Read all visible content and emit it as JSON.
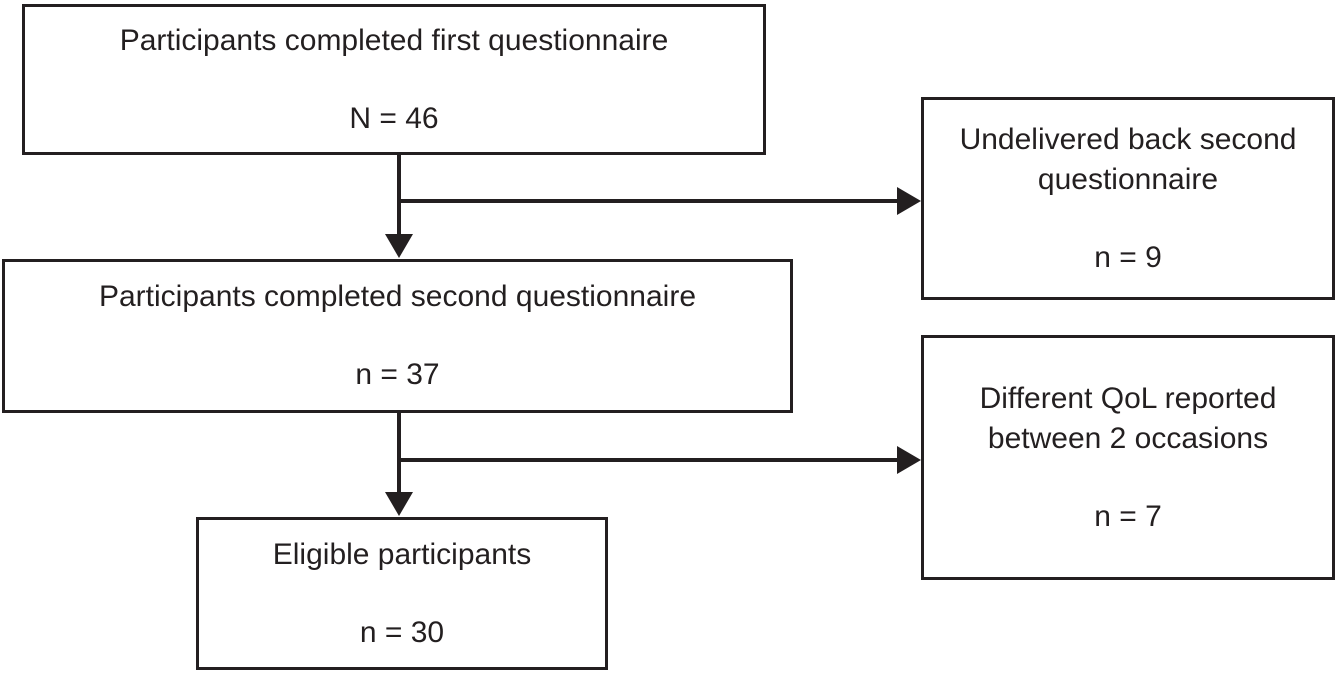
{
  "diagram": {
    "type": "flowchart",
    "nodes": {
      "first": {
        "label": "Participants completed first questionnaire",
        "count": "N = 46"
      },
      "undelivered": {
        "label": "Undelivered back second questionnaire",
        "count": "n = 9"
      },
      "second": {
        "label": "Participants completed second questionnaire",
        "count": "n = 37"
      },
      "different_qol": {
        "label": "Different QoL reported between 2 occasions",
        "count": "n = 7"
      },
      "eligible": {
        "label": "Eligible participants",
        "count": "n = 30"
      }
    },
    "edges": [
      {
        "from": "first",
        "to": "second"
      },
      {
        "from": "first",
        "to": "undelivered"
      },
      {
        "from": "second",
        "to": "eligible"
      },
      {
        "from": "second",
        "to": "different_qol"
      }
    ],
    "colors": {
      "line": "#231f20",
      "text": "#231f20",
      "box_fill": "#ffffff",
      "page_background": "#ffffff"
    }
  }
}
